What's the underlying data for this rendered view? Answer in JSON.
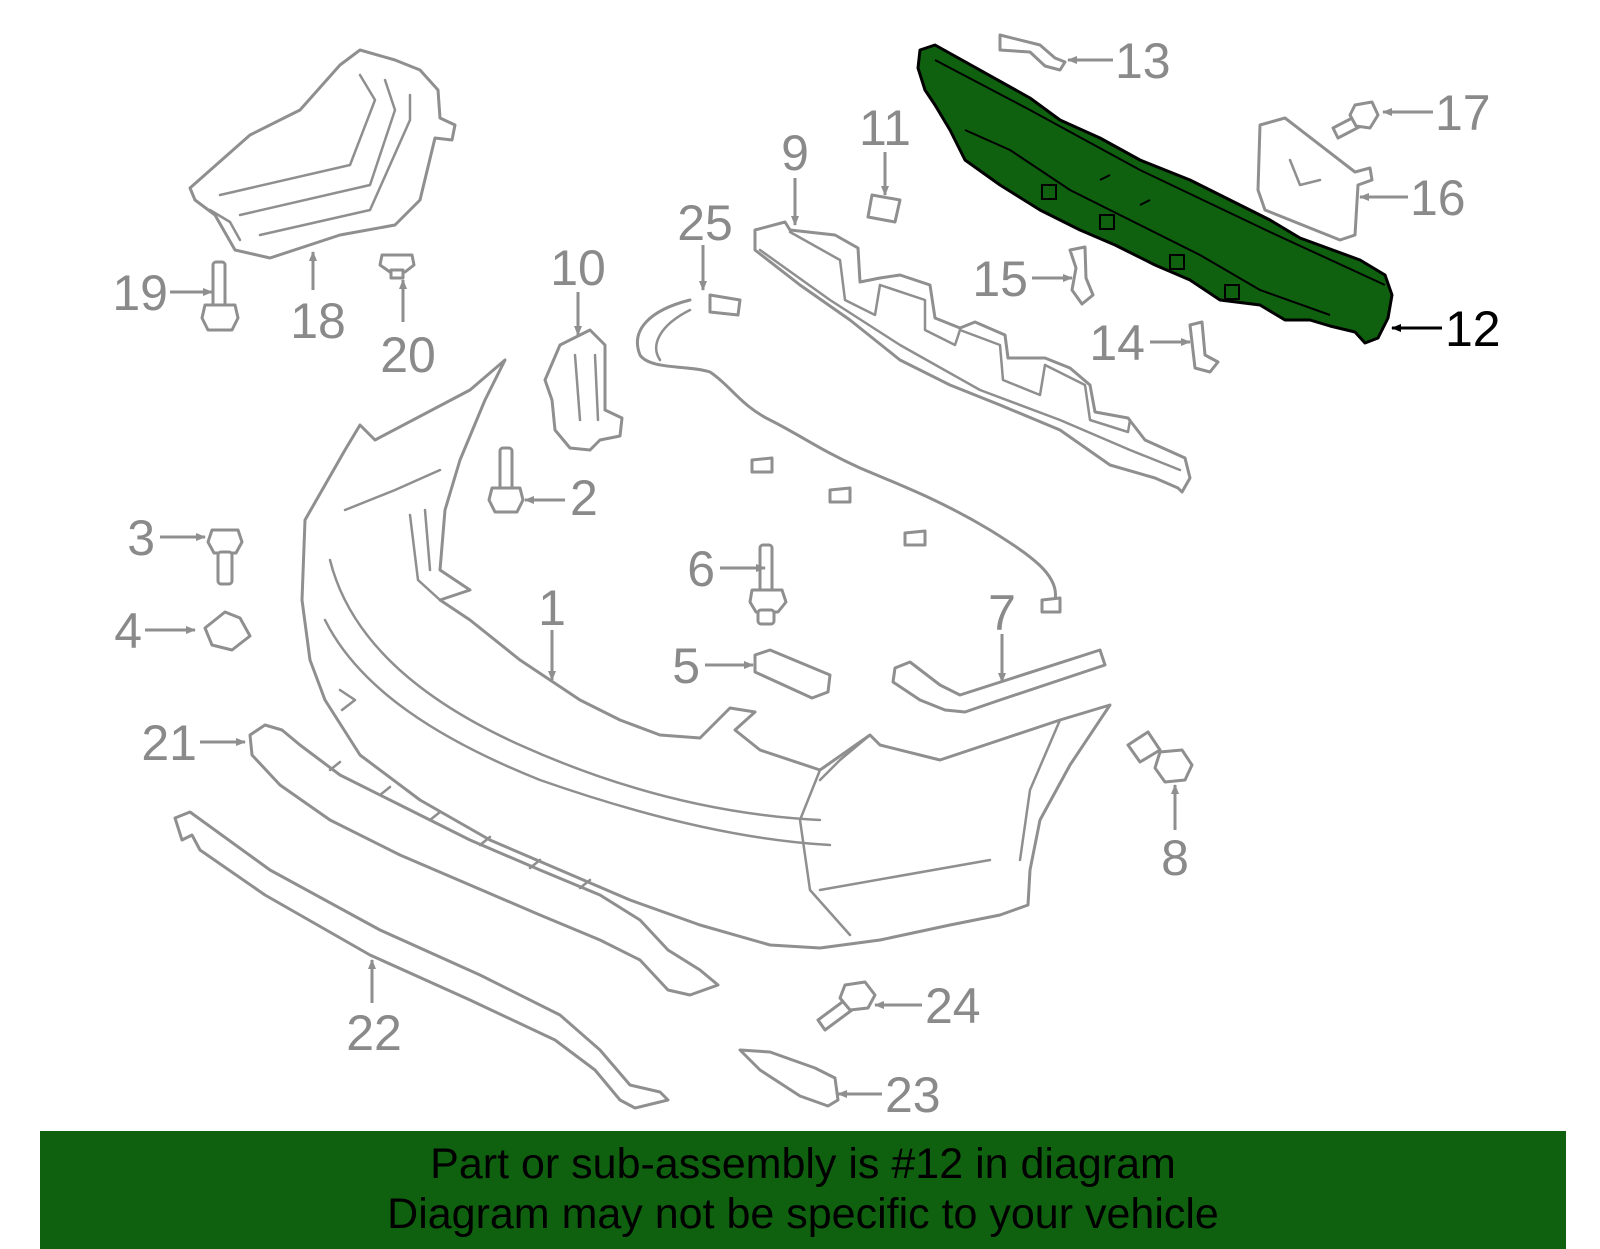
{
  "diagram": {
    "highlighted_part": "12",
    "callouts": [
      "1",
      "2",
      "3",
      "4",
      "5",
      "6",
      "7",
      "8",
      "9",
      "10",
      "11",
      "12",
      "13",
      "14",
      "15",
      "16",
      "17",
      "18",
      "19",
      "20",
      "21",
      "22",
      "23",
      "24",
      "25"
    ]
  },
  "colors": {
    "highlight": "#0f610f",
    "part_outline": "#8f8f8f",
    "label_gray": "#8a8a8a"
  },
  "footer": {
    "line1": "Part or sub-assembly is #12 in diagram",
    "line2": "Diagram may not be specific to your vehicle"
  }
}
